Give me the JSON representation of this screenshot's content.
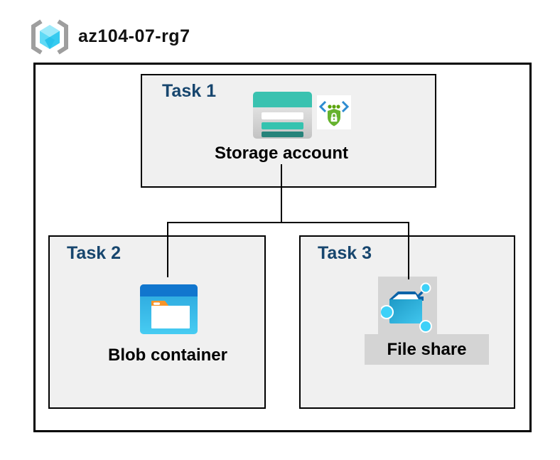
{
  "header": {
    "resource_group": "az104-07-rg7",
    "icon": "resource-group-icon"
  },
  "tasks": [
    {
      "label": "Task 1",
      "item": "Storage account",
      "icons": [
        "storage-account-icon",
        "secure-endpoint-icon"
      ]
    },
    {
      "label": "Task 2",
      "item": "Blob container",
      "icons": [
        "blob-container-icon"
      ]
    },
    {
      "label": "Task 3",
      "item": "File share",
      "icons": [
        "file-share-icon"
      ]
    }
  ],
  "connections": [
    {
      "from": "Storage account",
      "to": "Blob container"
    },
    {
      "from": "Storage account",
      "to": "File share"
    }
  ],
  "colors": {
    "task_heading": "#17466E",
    "task_box_fill": "#F0F0F0",
    "outline": "#000000",
    "storage_teal": "#37C2B1",
    "storage_teal_dark": "#27837A",
    "blob_header_blue": "#1176CE",
    "blob_body_blue": "#2FB6E6",
    "folder_tab_orange": "#F79428",
    "file_share_navy": "#0B63A8",
    "node_cyan": "#3ED1F8",
    "shield_green": "#66B32E",
    "chevron_blue": "#2E8CD0",
    "rg_bracket_gray": "#9E9E9E",
    "rg_cube_cyan": "#55D7F5",
    "icon_plate_gray": "#D4D4D4"
  }
}
